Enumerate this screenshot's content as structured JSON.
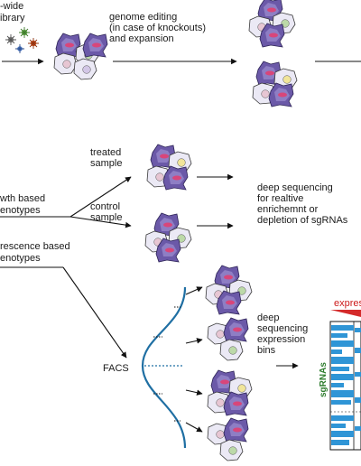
{
  "labels": {
    "library_line1": "-wide",
    "library_line2": "ibrary",
    "editing_line1": "genome editing",
    "editing_line2": "(in case of knockouts)",
    "editing_line3": "and expansion",
    "treated_line1": "treated",
    "treated_line2": "sample",
    "control_line1": "control",
    "control_line2": "sample",
    "growth_line1": "wth based",
    "growth_line2": "enotypes",
    "fluor_line1": "rescence based",
    "fluor_line2": "enotypes",
    "seq1_line1": "deep sequencing",
    "seq1_line2": "for realtive",
    "seq1_line3": "enrichemnt or",
    "seq1_line4": "depletion of sgRNAs",
    "facs": "FACS",
    "seq2_line1": "deep",
    "seq2_line2": "sequencing",
    "seq2_line3": "expression",
    "seq2_line4": "bins",
    "express": "expres",
    "sgrnas": "sgRNAs"
  },
  "colors": {
    "cell_purple": "#6b59a8",
    "cell_pale": "#ebe9f5",
    "nucleus_pink": "#e7c6d3",
    "nucleus_green": "#bcd9a8",
    "nucleus_yellow": "#f1e59a",
    "nucleus_lilac": "#d2c6e6",
    "facs_curve": "#1f6fa3",
    "heatmap_blue": "#2f95d6",
    "expression_red": "#d42a2a",
    "sgrna_green": "#2f7d2f"
  }
}
